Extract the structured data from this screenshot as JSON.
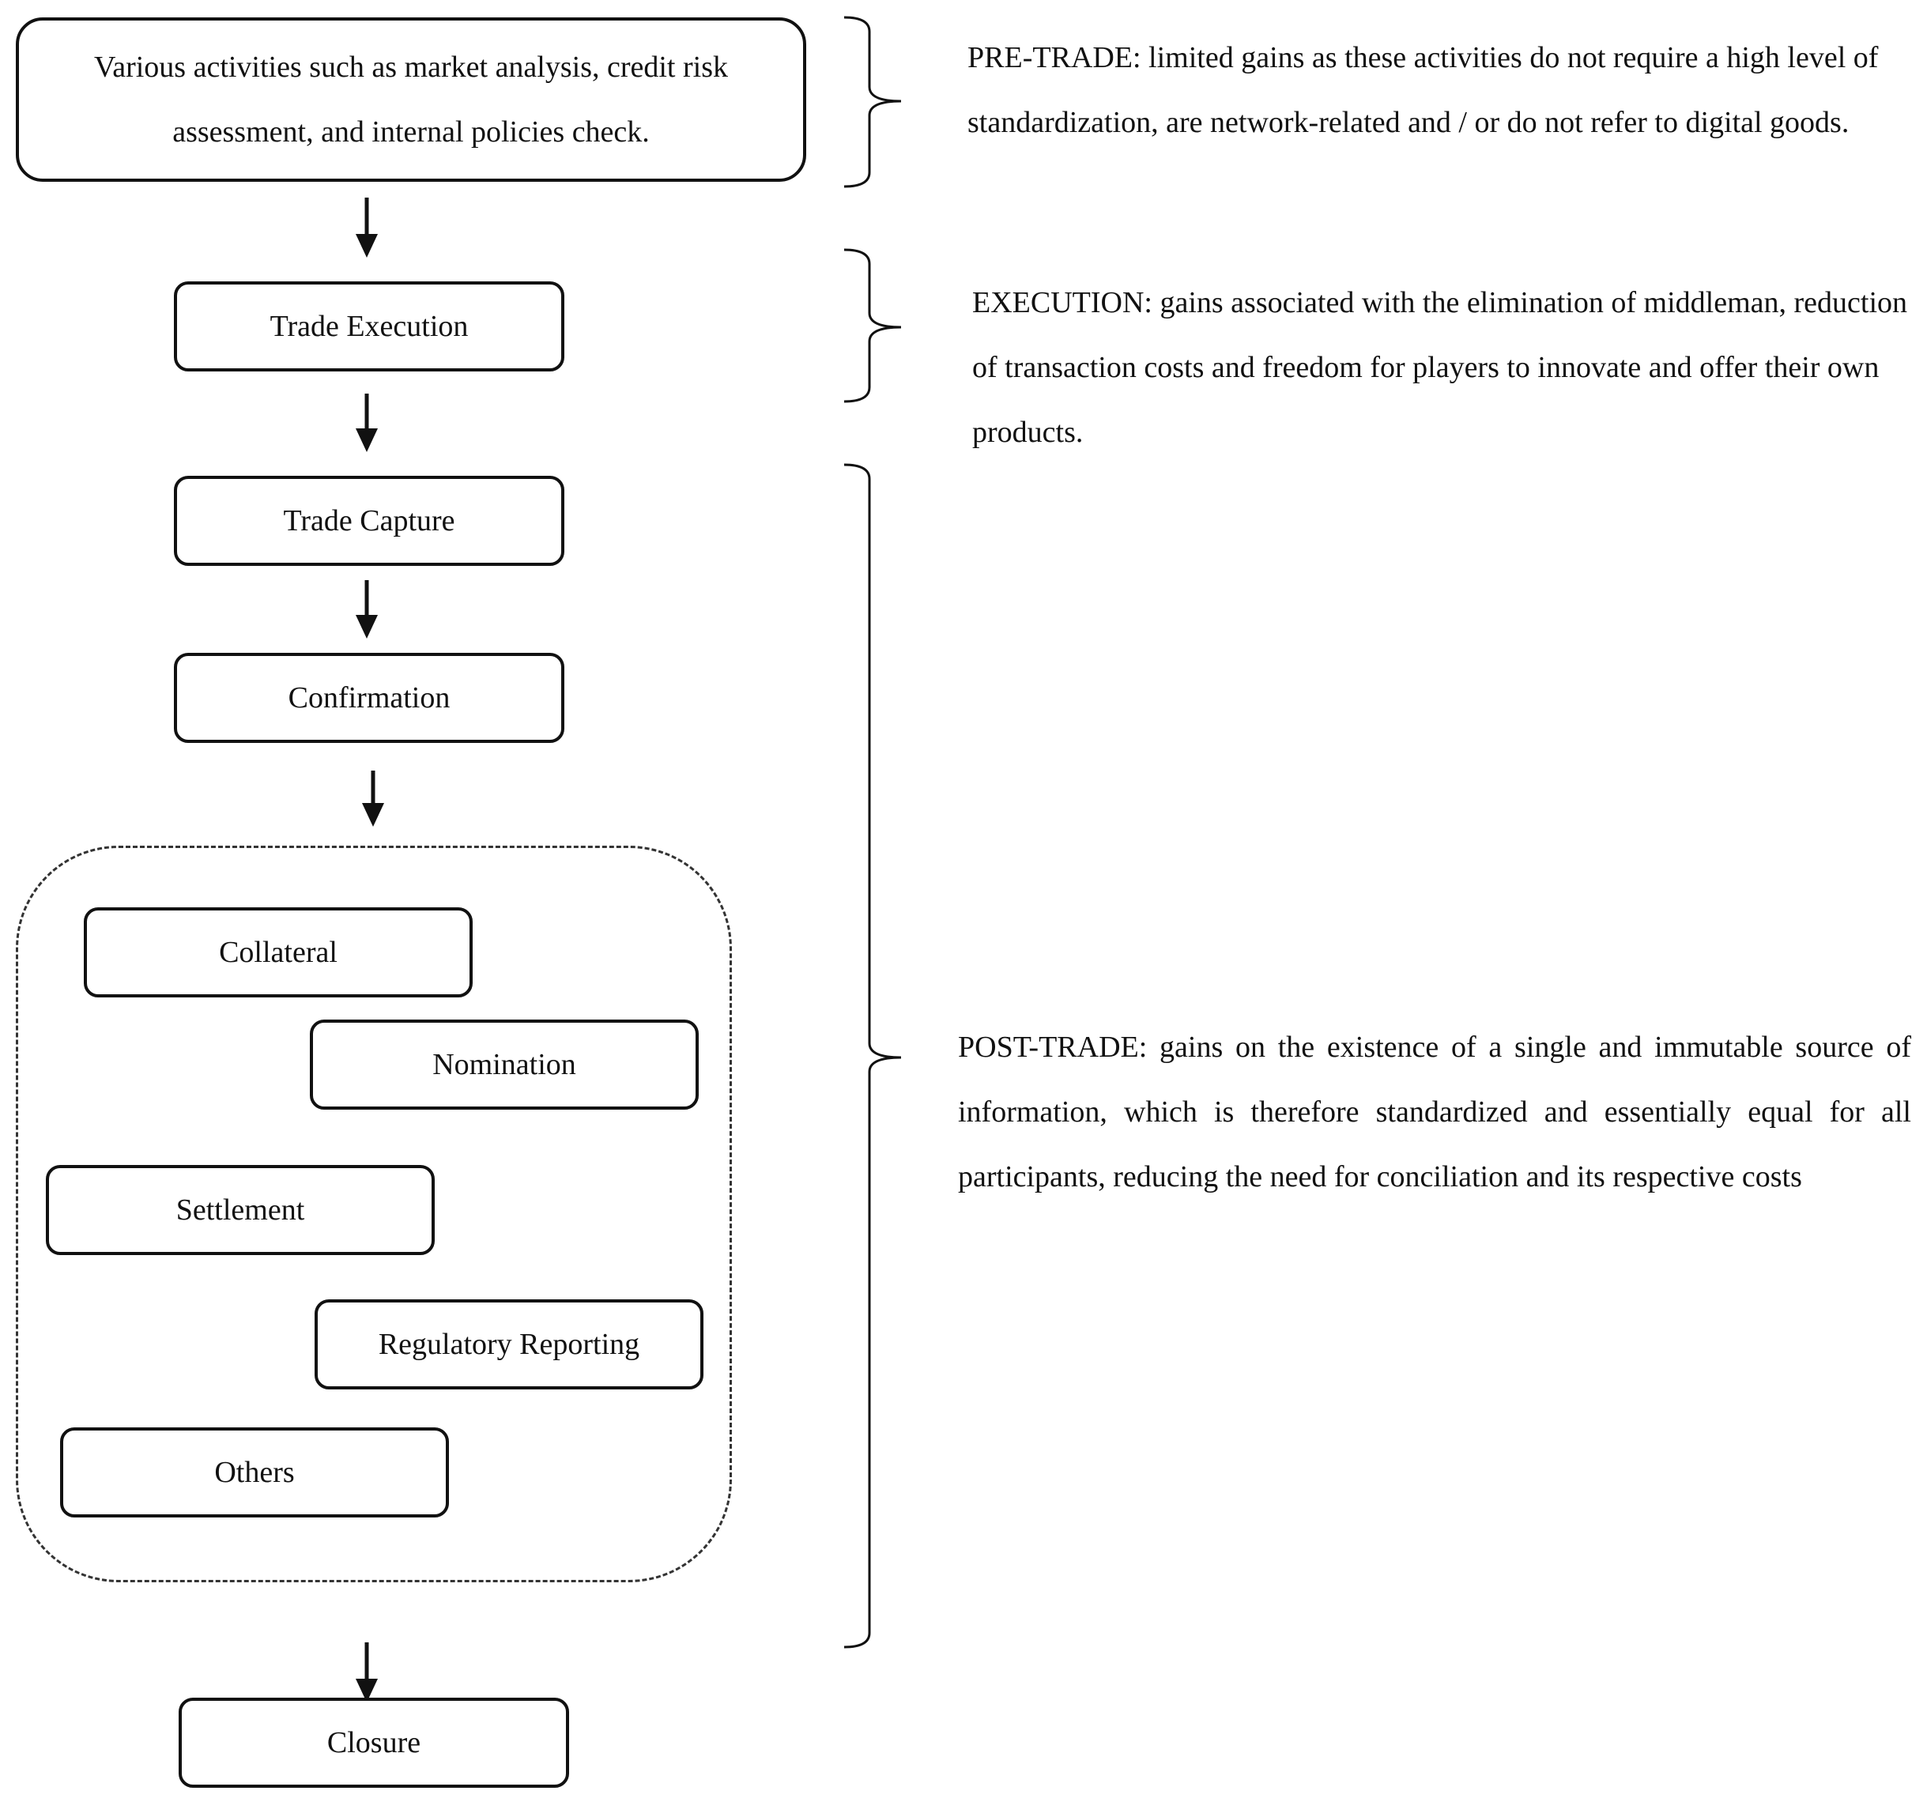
{
  "flow": {
    "start_box": "Various activities such as market analysis, credit risk assessment, and internal policies check.",
    "trade_execution": "Trade Execution",
    "trade_capture": "Trade Capture",
    "confirmation": "Confirmation",
    "post_trade_group": [
      "Collateral",
      "Nomination",
      "Settlement",
      "Regulatory Reporting",
      "Others"
    ],
    "closure": "Closure"
  },
  "phases": {
    "pre_trade": "PRE-TRADE: limited gains as these activities do not require a high level of standardization, are network-related and / or do not refer to digital goods.",
    "execution": "EXECUTION: gains associated with the elimination of middleman, reduction of transaction costs and freedom for players to innovate and offer their own products.",
    "post_trade": "POST-TRADE: gains on the existence of a single and immutable source of information, which is therefore standardized and essentially equal for all participants, reducing the need for conciliation and its respective costs"
  }
}
